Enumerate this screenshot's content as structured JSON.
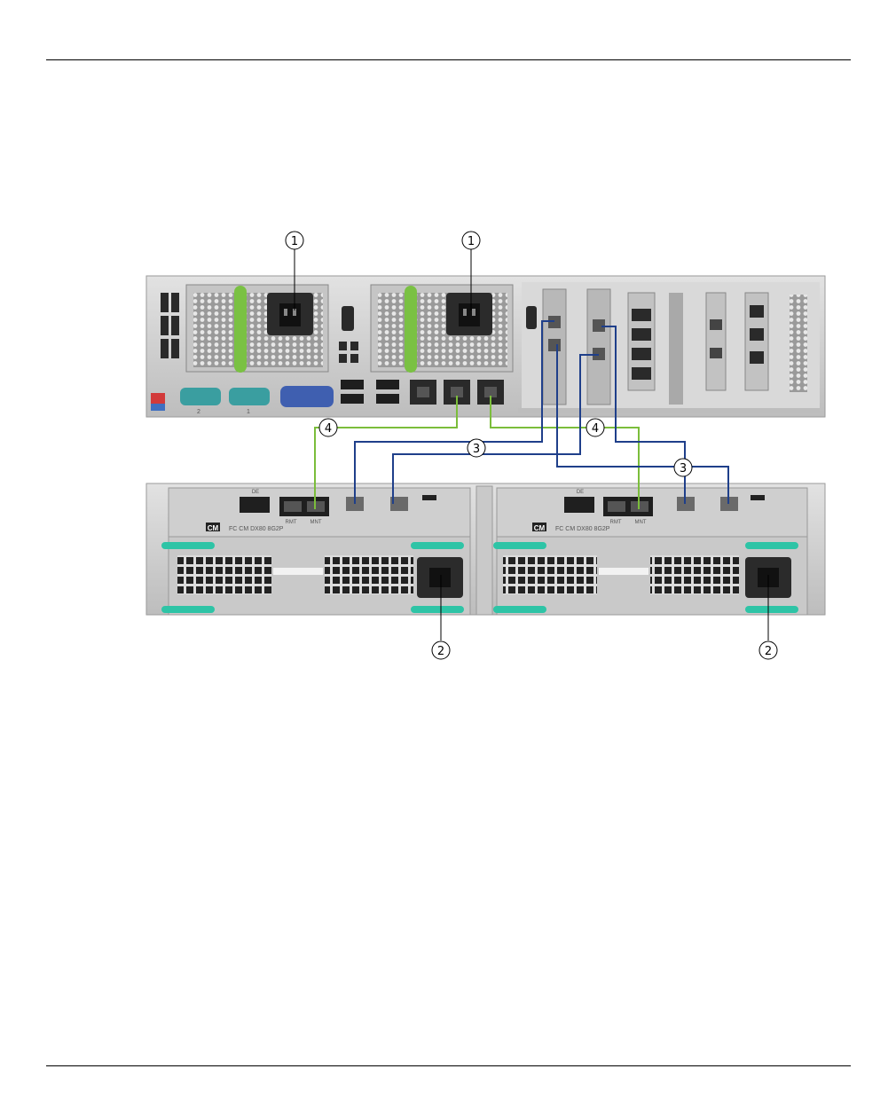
{
  "callouts": {
    "psu_server_left": "1",
    "psu_server_right": "1",
    "psu_storage_left": "2",
    "psu_storage_right": "2",
    "fc_cable_top": "3",
    "fc_cable_bottom": "3",
    "lan_cable_left": "4",
    "lan_cable_right": "4"
  },
  "labels": {
    "serial_port_2": "2",
    "serial_port_1": "1",
    "cm_badge": "CM",
    "cm_left_model": "FC CM DX80 8G2P",
    "cm_right_model": "FC CM DX80 8G2P",
    "rmt_left": "RMT",
    "mnt_left": "MNT",
    "rmt_right": "RMT",
    "mnt_right": "MNT",
    "de_left": "DE",
    "de_right": "DE"
  },
  "colors": {
    "lan_cable": "#7bbd3b",
    "fc_cable": "#1f3f8a",
    "psu_handle_server": "#7ac143",
    "psu_handle_storage": "#2ec4a6",
    "chassis": "#cfcfcf",
    "vga_port": "#3f5fb0",
    "serial_port": "#3a9ea0"
  }
}
